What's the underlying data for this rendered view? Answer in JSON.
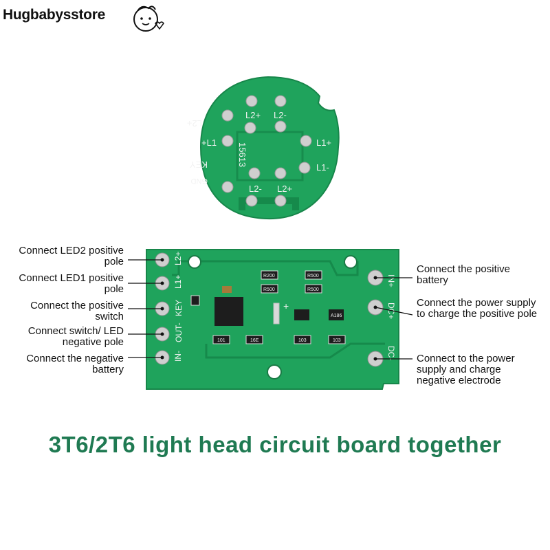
{
  "brand": {
    "name": "Hugbabysstore",
    "logo_icon": "baby-face-icon"
  },
  "round_board": {
    "labels": [
      "L2+",
      "L2-",
      "L2+",
      "+L1",
      "L1+",
      "L1-",
      "KEY",
      "GND",
      "L2-",
      "L2+"
    ],
    "board_code": "15613"
  },
  "rect_board": {
    "left_pads": [
      "L2+",
      "L1+",
      "KEY",
      "OUT-",
      "IN-"
    ],
    "right_pads": [
      "IN+",
      "DC+",
      "DC-"
    ],
    "components": [
      "R200",
      "R500",
      "R500",
      "R500",
      "101",
      "16E",
      "103",
      "103",
      "A186"
    ],
    "led_polarity": "+"
  },
  "callouts_left": [
    "Connect LED2 positive pole",
    "Connect LED1 positive pole",
    "Connect the positive switch",
    "Connect switch/ LED negative pole",
    "Connect the negative battery"
  ],
  "callouts_right": [
    "Connect the positive battery",
    "Connect the power supply to charge the positive pole",
    "Connect to the power supply and charge negative electrode"
  ],
  "caption": "3T6/2T6 light head circuit board together",
  "colors": {
    "pcb": "#1fa35c",
    "pcb_dark": "#168a4b",
    "pad": "#c9c9c9",
    "title": "#1f7a52"
  }
}
